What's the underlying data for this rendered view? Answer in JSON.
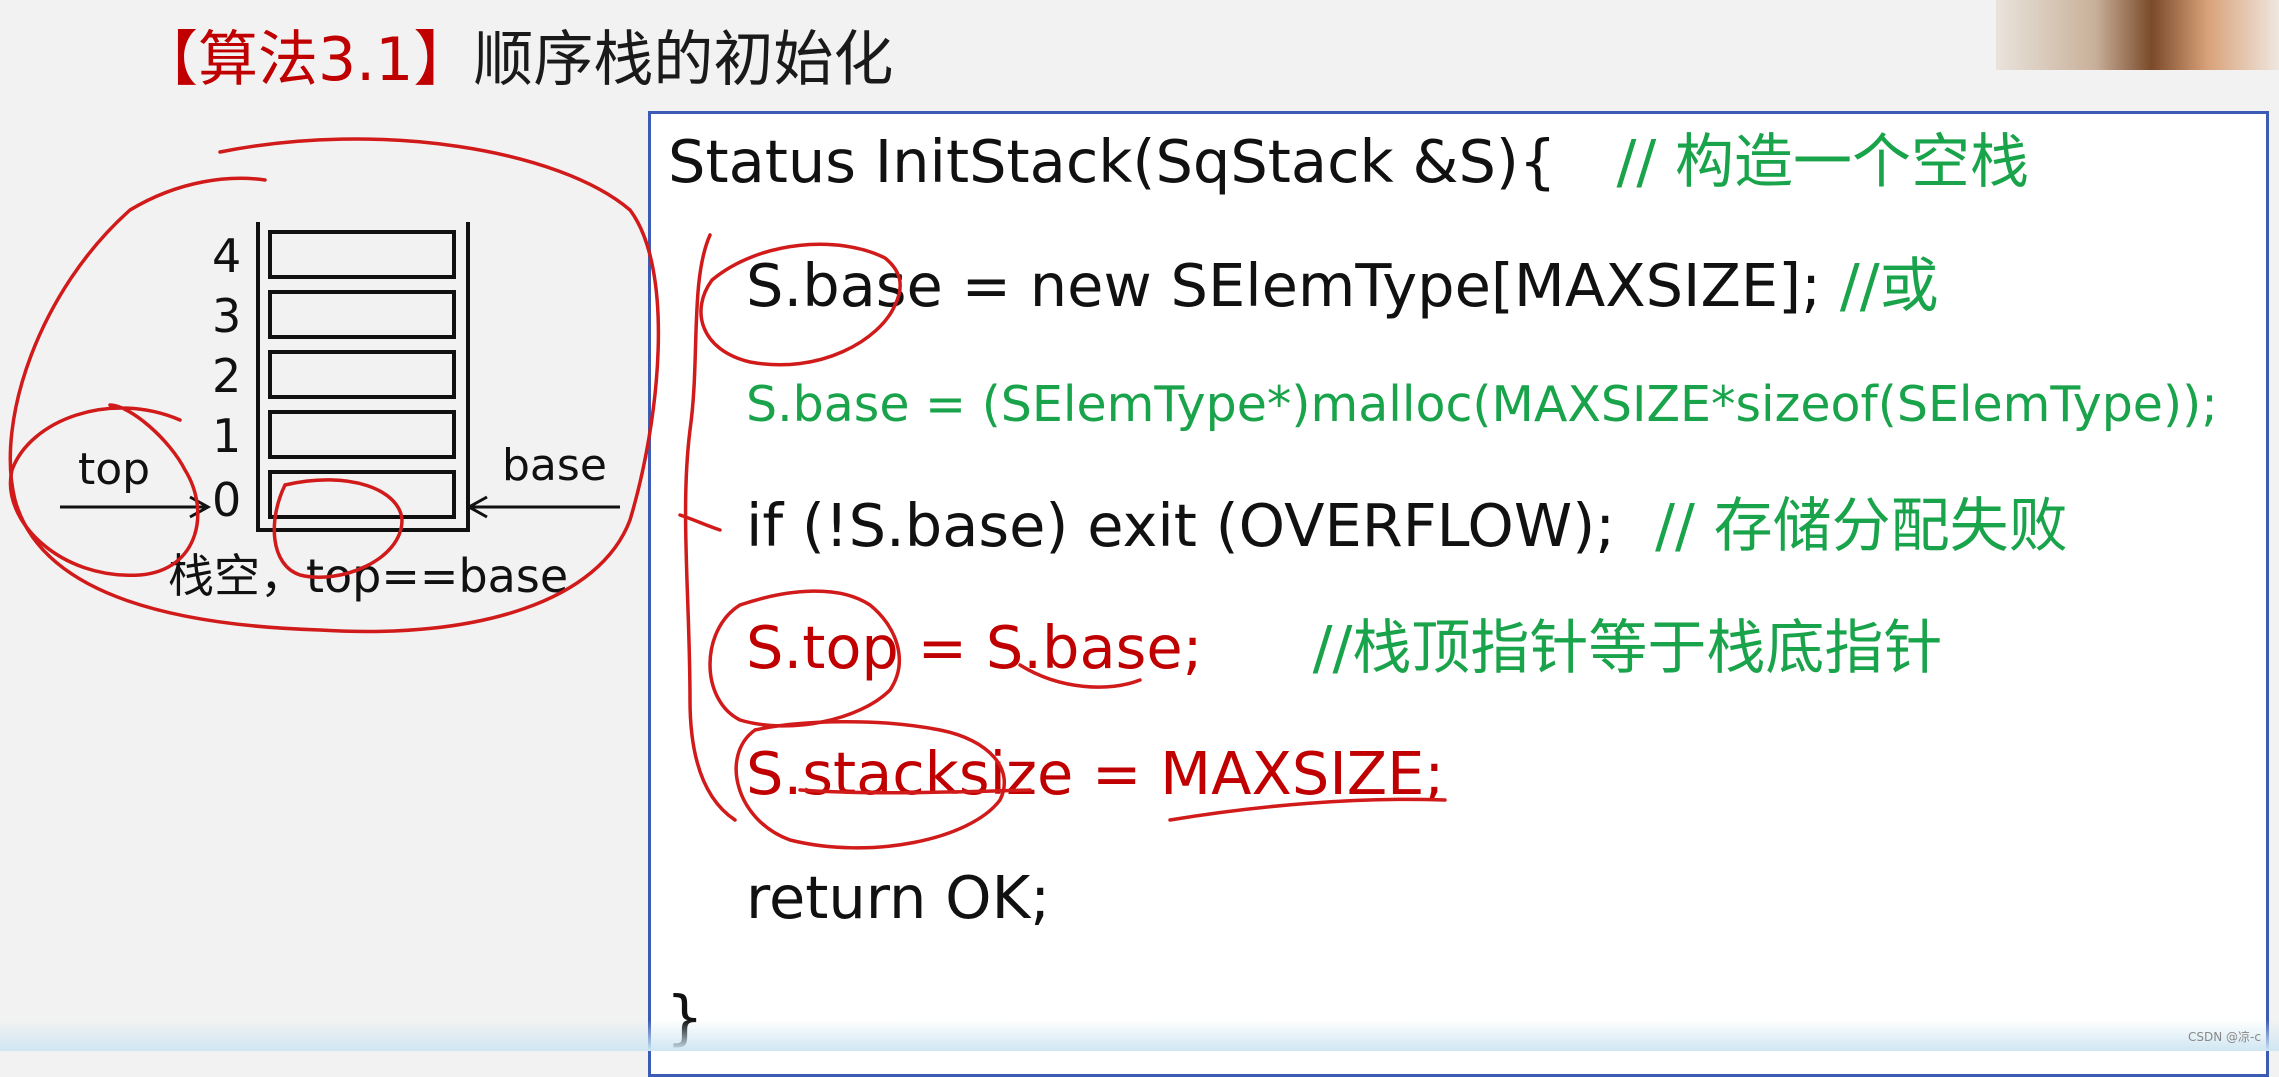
{
  "slide": {
    "title_bracket": "【算法3.1】",
    "title_text": "顺序栈的初始化"
  },
  "diagram": {
    "indices": [
      "4",
      "3",
      "2",
      "1",
      "0"
    ],
    "top_label": "top",
    "base_label": "base",
    "caption": "栈空，top==base"
  },
  "code": {
    "line1_code": "Status InitStack(SqStack   &S){",
    "line1_comment": "// 构造一个空栈",
    "line2_code": "S.base = new SElemType[MAXSIZE];",
    "line2_comment": " //或",
    "line3_alt": "S.base = (SElemType*)malloc(MAXSIZE*sizeof(SElemType));",
    "line4_code": "if  (!S.base) exit  (OVERFLOW);",
    "line4_comment": "// 存储分配失败",
    "line5_code": "S.top = S.base;",
    "line5_comment": "//栈顶指针等于栈底指针",
    "line6_code": "S.stacksize = MAXSIZE;",
    "line7_code": "return OK;",
    "line8_code": "}"
  },
  "watermark": "CSDN @凉-c",
  "colors": {
    "title_accent": "#c00000",
    "comment": "#19a34a",
    "box_border": "#3b5bb5",
    "annotation": "#d11a1a"
  }
}
